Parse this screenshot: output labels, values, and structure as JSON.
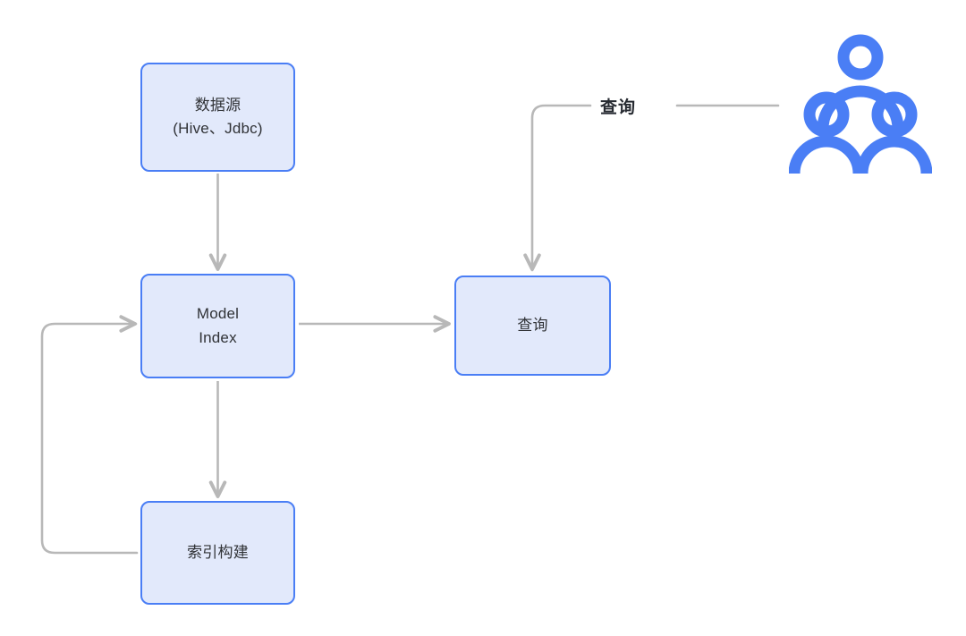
{
  "diagram": {
    "title": "Data indexing and query architecture flow",
    "background_color": "#ffffff",
    "node_fill_color": "#e2e9fb",
    "node_border_color": "#4a7ef5",
    "connector_color": "#b8b8b8",
    "icon_color": "#4a7ef5",
    "nodes": [
      {
        "id": "datasource",
        "label": "数据源\n(Hive、Jdbc)"
      },
      {
        "id": "model_index",
        "label": "Model\nIndex"
      },
      {
        "id": "index_build",
        "label": "索引构建"
      },
      {
        "id": "query",
        "label": "查询"
      }
    ],
    "edges": [
      {
        "id": "datasource-to-model",
        "from": "datasource",
        "to": "model_index",
        "label": ""
      },
      {
        "id": "model-to-query",
        "from": "model_index",
        "to": "query",
        "label": ""
      },
      {
        "id": "model-to-indexbuild",
        "from": "model_index",
        "to": "index_build",
        "label": ""
      },
      {
        "id": "indexbuild-to-model",
        "from": "index_build",
        "to": "model_index",
        "label": ""
      },
      {
        "id": "users-to-query",
        "from": "users",
        "to": "query",
        "label": "查询"
      }
    ],
    "icons": {
      "users": "users-group-icon"
    }
  }
}
